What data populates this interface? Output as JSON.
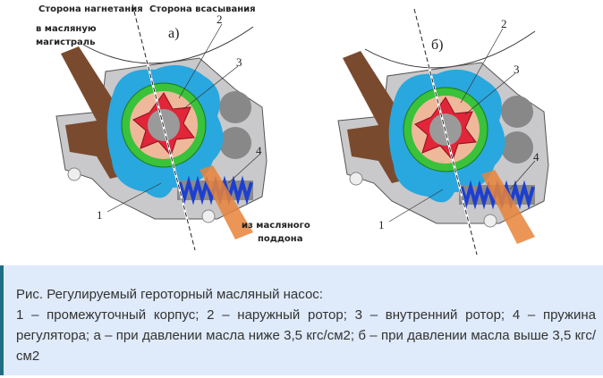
{
  "figure": {
    "labels": {
      "discharge_side": "Сторона нагнетания",
      "suction_side": "Сторона всасывания",
      "to_main": "в масляную",
      "to_main_2": "магистраль",
      "from_sump": "из масляного",
      "from_sump_2": "поддона"
    },
    "panels": [
      {
        "letter": "а)",
        "n1": "1",
        "n2": "2",
        "n3": "3",
        "n4": "4"
      },
      {
        "letter": "б)",
        "n1": "1",
        "n2": "2",
        "n3": "3",
        "n4": "4"
      }
    ]
  },
  "caption": {
    "title": "Рис. Регулируемый героторный масляный насос:",
    "body": "1 – промежуточный корпус; 2 – наружный ротор; 3 – внутренний ротор; 4 – пружина регулятора; а – при давлении масла ниже 3,5 кгс/см2; б – при давлении масла выше 3,5 кгс/см2"
  },
  "colors": {
    "accent_border": "#1f6e84",
    "caption_bg": "#dfeafa"
  }
}
